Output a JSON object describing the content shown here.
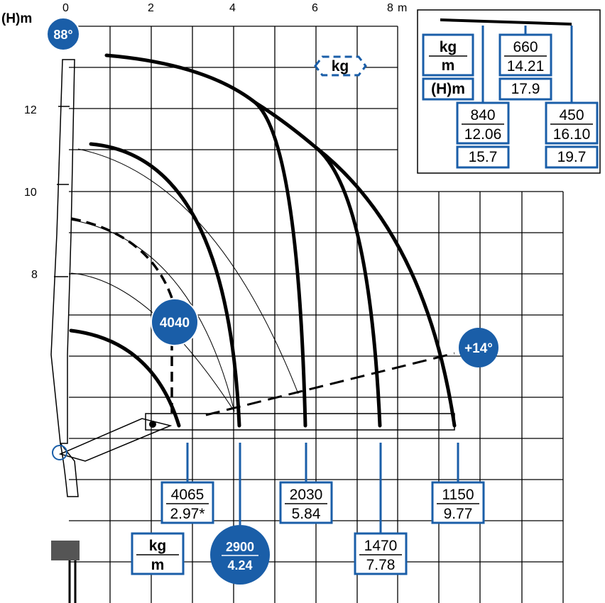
{
  "axes": {
    "y_title": "(H)m",
    "x_unit": "m",
    "x_ticks": [
      "0",
      "2",
      "4",
      "6",
      "8"
    ],
    "y_ticks": [
      "12",
      "10",
      "8"
    ]
  },
  "angles": {
    "top": "88°",
    "bottom": "+14°"
  },
  "max_load_badge": "4040",
  "kg_header": "kg",
  "legend": {
    "unit_kg": "kg",
    "unit_m": "m",
    "height_label": "(H)m",
    "e6": {
      "kg": "660",
      "m": "14.21",
      "h": "17.9"
    },
    "e5": {
      "kg": "840",
      "m": "12.06",
      "h": "15.7"
    },
    "e7": {
      "kg": "450",
      "m": "16.10",
      "h": "19.7"
    }
  },
  "bottom_legend": {
    "kg": "kg",
    "m": "m"
  },
  "loads": [
    {
      "kg": "4065",
      "m": "2.97*"
    },
    {
      "kg": "2900",
      "m": "4.24"
    },
    {
      "kg": "2030",
      "m": "5.84"
    },
    {
      "kg": "1470",
      "m": "7.78"
    },
    {
      "kg": "1150",
      "m": "9.77"
    }
  ],
  "colors": {
    "accent": "#1a5ea8",
    "ink": "#000000"
  }
}
